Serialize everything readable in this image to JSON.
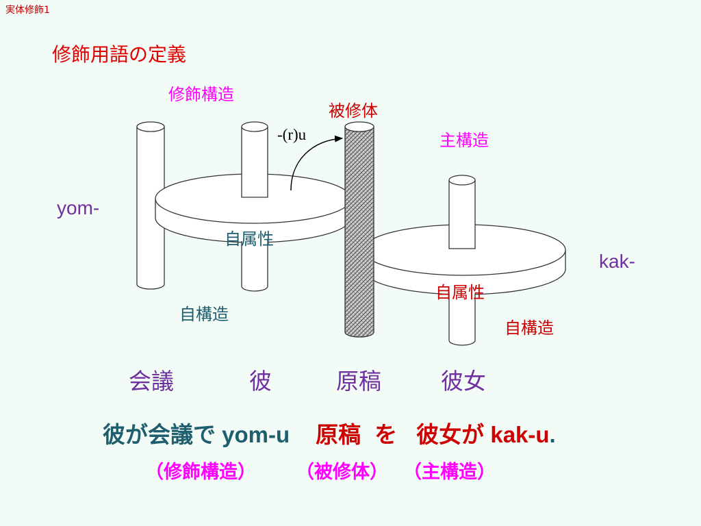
{
  "header": "実体修飾1",
  "title": "修飾用語の定義",
  "diagram": {
    "labels": {
      "modifier_structure": "修飾構造",
      "head_noun": "被修体",
      "suffix": "-(r)u",
      "main_structure": "主構造",
      "left_verb": "yom-",
      "right_verb": "kak-",
      "self_attribute_left": "自属性",
      "self_attribute_right": "自属性",
      "self_structure_left": "自構造",
      "self_structure_right": "自構造"
    },
    "words": [
      "会議",
      "彼",
      "原稿",
      "彼女"
    ]
  },
  "sentence": {
    "part1": "彼が会議で",
    "part2": " yom-u",
    "part3": "原稿",
    "part4": "を",
    "part5": "彼女が",
    "part6": " kak-u",
    "part7": "."
  },
  "roles": {
    "modifier": "（修飾構造）",
    "head": "（被修体）",
    "main": "（主構造）"
  },
  "colors": {
    "teal": "#1f5e6e",
    "red": "#cc0000",
    "magenta": "#ff00ff",
    "purple": "#7030a0"
  }
}
